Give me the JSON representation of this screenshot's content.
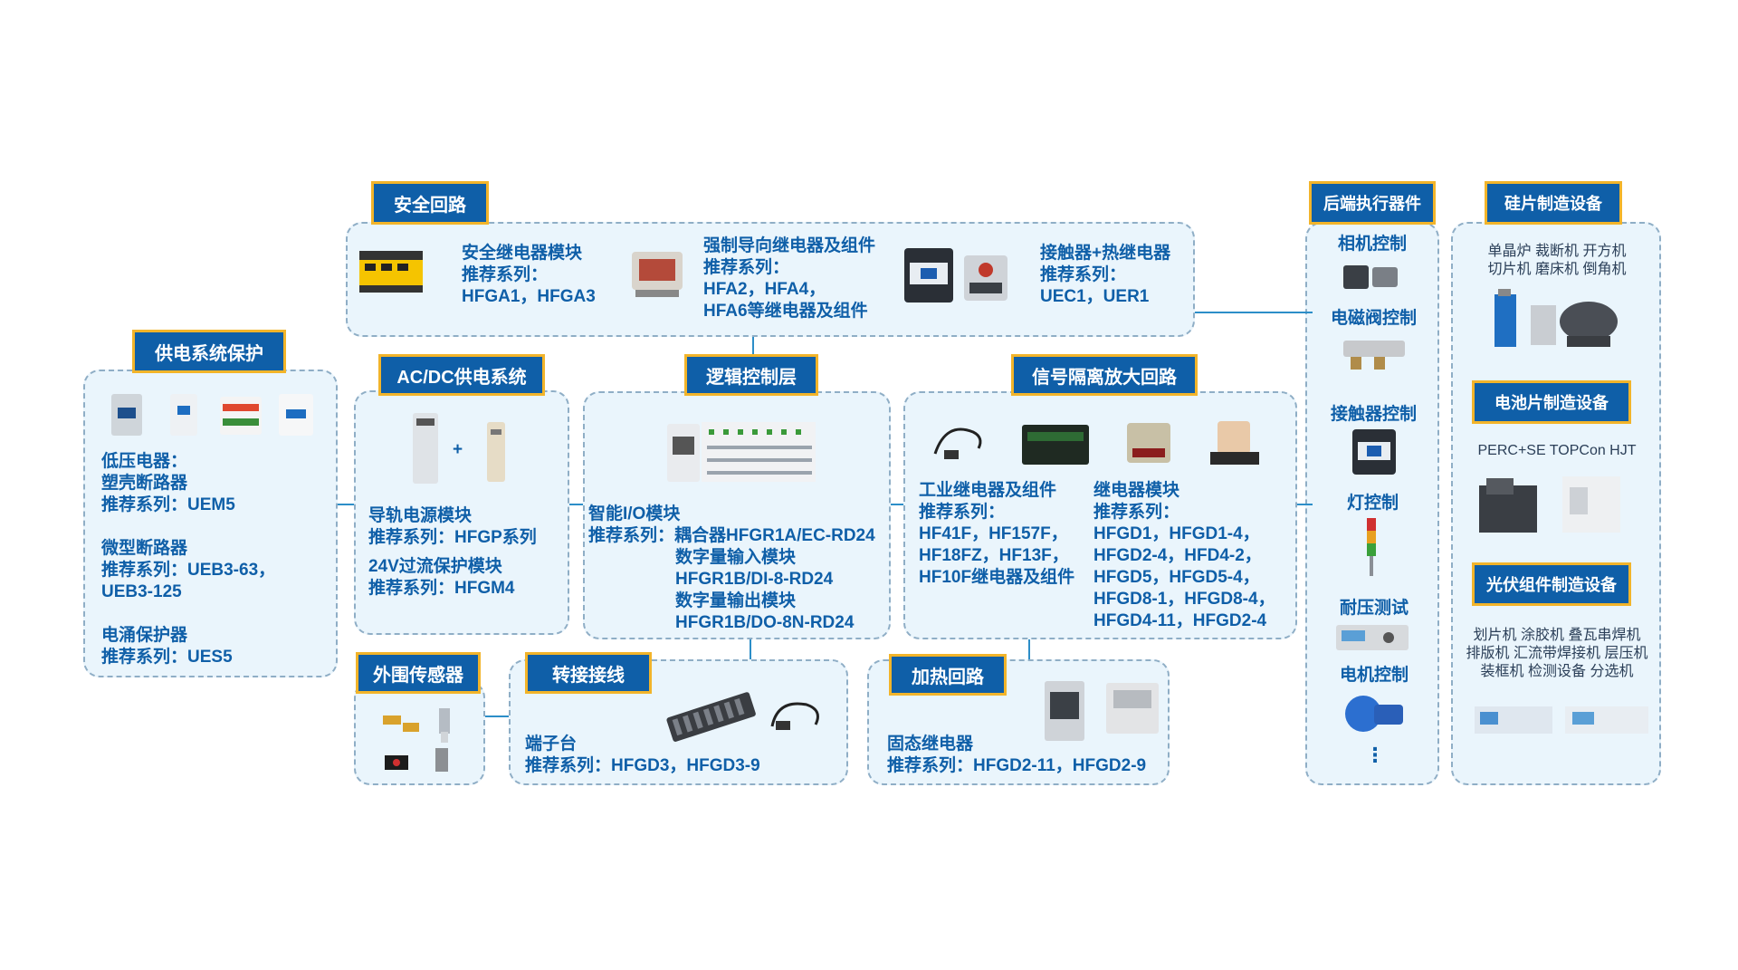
{
  "safety": {
    "header": "安全回路",
    "items": [
      {
        "name": "安全继电器模块",
        "rec": "推荐系列：",
        "series": "HFGA1，HFGA3"
      },
      {
        "name": "强制导向继电器及组件",
        "rec": "推荐系列：",
        "series1": "HFA2，HFA4，",
        "series2": "HFA6等继电器及组件"
      },
      {
        "name": "接触器+热继电器",
        "rec": "推荐系列：",
        "series": "UEC1，UER1"
      }
    ]
  },
  "power_protection": {
    "header": "供电系统保护",
    "lv": "低压电器：",
    "mccb": "塑壳断路器",
    "mccb_series": "推荐系列：UEM5",
    "mcb": "微型断路器",
    "mcb_series1": "推荐系列：UEB3-63，",
    "mcb_series2": "UEB3-125",
    "spd": "电涌保护器",
    "spd_series": "推荐系列：UES5"
  },
  "acdc": {
    "header": "AC/DC供电系统",
    "plus": "+",
    "rail_psu": "导轨电源模块",
    "rail_psu_series": "推荐系列：HFGP系列",
    "ovp": "24V过流保护模块",
    "ovp_series": "推荐系列：HFGM4"
  },
  "logic": {
    "header": "逻辑控制层",
    "io": "智能I/O模块",
    "line1": "推荐系列：耦合器HFGR1A/EC-RD24",
    "line2": "数字量输入模块",
    "line3": "HFGR1B/DI-8-RD24",
    "line4": "数字量输出模块",
    "line5": "HFGR1B/DO-8N-RD24"
  },
  "signal": {
    "header": "信号隔离放大回路",
    "industrial": "工业继电器及组件",
    "industrial_rec": "推荐系列：",
    "industrial_s1": "HF41F，HF157F，",
    "industrial_s2": "HF18FZ，HF13F，",
    "industrial_s3": "HF10F继电器及组件",
    "module": "继电器模块",
    "module_rec": "推荐系列：",
    "module_s1": "HFGD1，HFGD1-4，",
    "module_s2": "HFGD2-4，HFD4-2，",
    "module_s3": "HFGD5，HFGD5-4，",
    "module_s4": "HFGD8-1，HFGD8-4，",
    "module_s5": "HFGD4-11，HFGD2-4"
  },
  "sensor": {
    "header": "外围传感器"
  },
  "terminal": {
    "header": "转接接线",
    "name": "端子台",
    "series": "推荐系列：HFGD3，HFGD3-9"
  },
  "heating": {
    "header": "加热回路",
    "name": "固态继电器",
    "series": "推荐系列：HFGD2-11，HFGD2-9"
  },
  "backend": {
    "header": "后端执行器件",
    "items": [
      "相机控制",
      "电磁阀控制",
      "接触器控制",
      "灯控制",
      "耐压测试",
      "电机控制"
    ],
    "more": "⋮"
  },
  "wafer": {
    "header": "硅片制造设备",
    "line1": "单晶炉 裁断机 开方机",
    "line2": "切片机 磨床机 倒角机"
  },
  "cell": {
    "header": "电池片制造设备",
    "line1": "PERC+SE TOPCon HJT"
  },
  "pvmodule": {
    "header": "光伏组件制造设备",
    "line1": "划片机 涂胶机 叠瓦串焊机",
    "line2": "排版机 汇流带焊接机 层压机",
    "line3": "装框机 检测设备 分选机"
  },
  "colors": {
    "primary": "#0f5fa8",
    "accent": "#f2b42a",
    "panel": "#eaf5fc",
    "border": "#8faec6",
    "connector": "#2c8ec8"
  }
}
